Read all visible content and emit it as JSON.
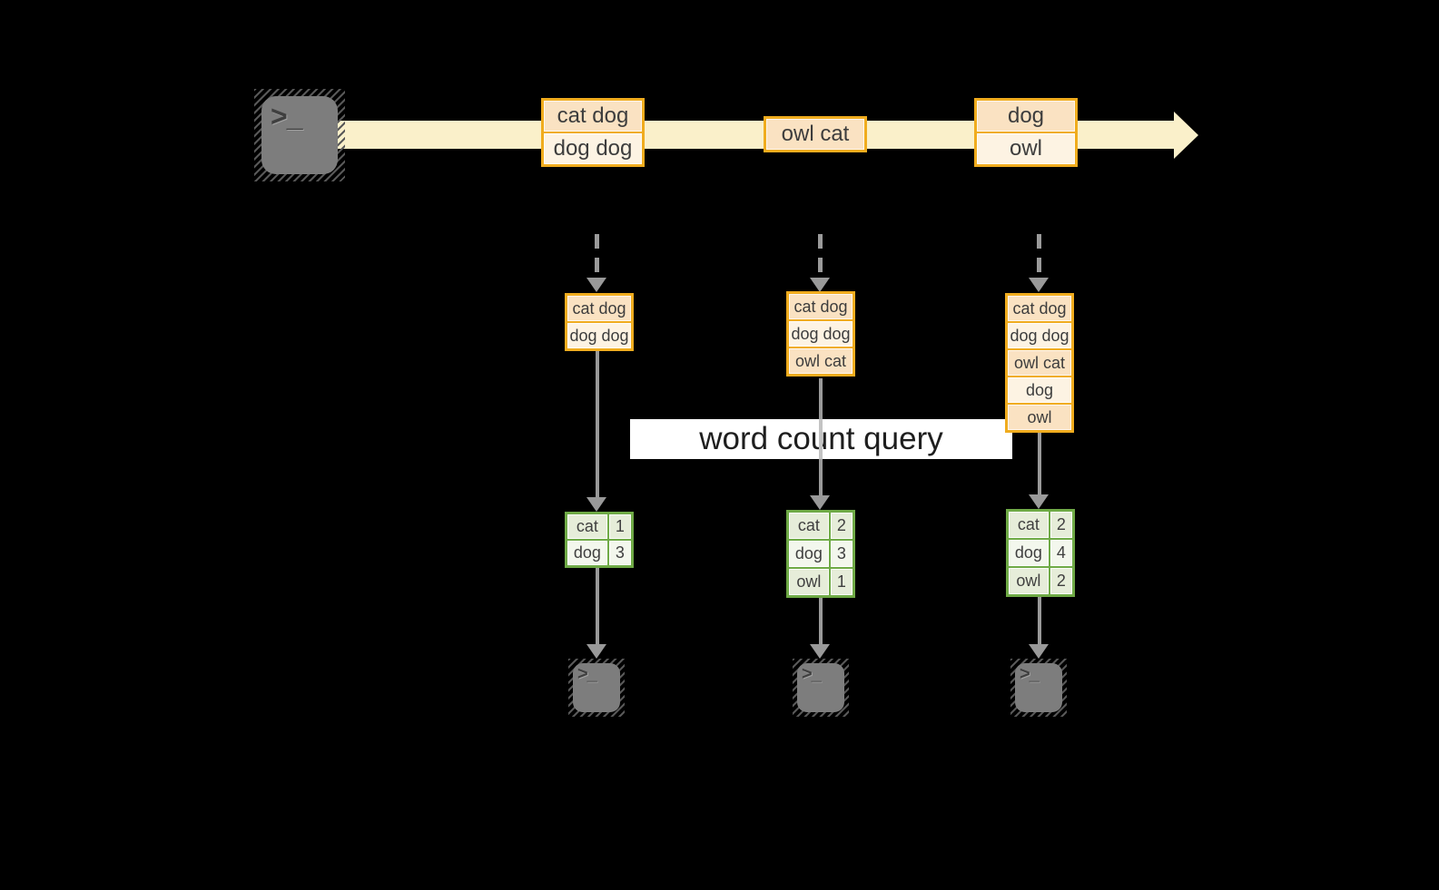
{
  "query_label": "word count query",
  "icons": {
    "terminal_glyph": ">_"
  },
  "stream": {
    "events": [
      {
        "lines": [
          "cat dog",
          "dog dog"
        ]
      },
      {
        "lines": [
          "owl cat"
        ]
      },
      {
        "lines": [
          "dog",
          "owl"
        ]
      }
    ]
  },
  "columns": [
    {
      "received": [
        "cat dog",
        "dog dog"
      ],
      "counts": [
        {
          "word": "cat",
          "count": "1"
        },
        {
          "word": "dog",
          "count": "3"
        }
      ]
    },
    {
      "received": [
        "cat dog",
        "dog dog",
        "owl cat"
      ],
      "counts": [
        {
          "word": "cat",
          "count": "2"
        },
        {
          "word": "dog",
          "count": "3"
        },
        {
          "word": "owl",
          "count": "1"
        }
      ]
    },
    {
      "received": [
        "cat dog",
        "dog dog",
        "owl cat",
        "dog",
        "owl"
      ],
      "counts": [
        {
          "word": "cat",
          "count": "2"
        },
        {
          "word": "dog",
          "count": "4"
        },
        {
          "word": "owl",
          "count": "2"
        }
      ]
    }
  ],
  "colors": {
    "stream_fill": "#FAF0CA",
    "event_border": "#F0AC1E",
    "event_cell_dark": "#FAE2C2",
    "event_cell_light": "#FDF3E3",
    "table_border": "#6FAA46",
    "table_cell_dark": "#E6EDD9",
    "table_cell_light": "#F3F7ED",
    "arrow_gray": "#999999"
  }
}
